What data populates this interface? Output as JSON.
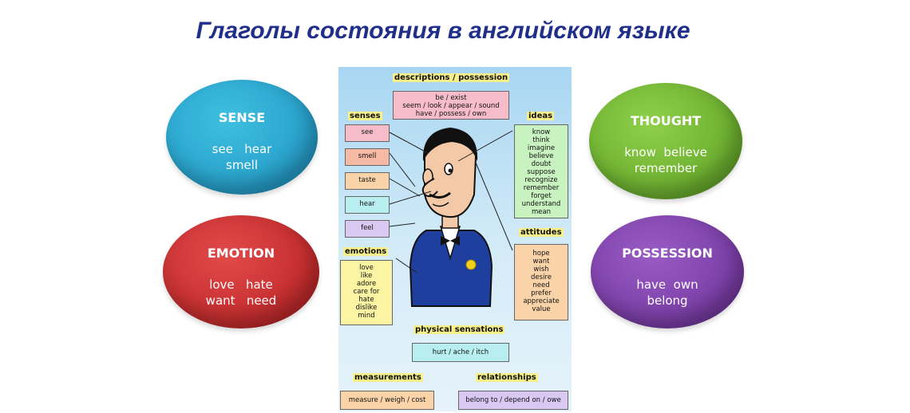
{
  "title": "Глаголы состояния в английском языке",
  "ellipses": {
    "sense": {
      "title": "SENSE",
      "lines": [
        "see   hear",
        "smell"
      ],
      "color": "#2aa6d2"
    },
    "emotion": {
      "title": "EMOTION",
      "lines": [
        "love   hate",
        "want   need"
      ],
      "color": "#cf2f31"
    },
    "thought": {
      "title": "THOUGHT",
      "lines": [
        "know  believe",
        "remember"
      ],
      "color": "#74b834"
    },
    "possession": {
      "title": "POSSESSION",
      "lines": [
        "have  own",
        "belong"
      ],
      "color": "#7f42ae"
    }
  },
  "poster": {
    "descriptions": {
      "heading": "descriptions / possession",
      "lines": [
        "be / exist",
        "seem / look / appear / sound",
        "have / possess / own"
      ]
    },
    "senses": {
      "heading": "senses",
      "items": [
        "see",
        "smell",
        "taste",
        "hear",
        "feel"
      ]
    },
    "ideas": {
      "heading": "ideas",
      "items": [
        "know",
        "think",
        "imagine",
        "believe",
        "doubt",
        "suppose",
        "recognize",
        "remember",
        "forget",
        "understand",
        "mean"
      ]
    },
    "attitudes": {
      "heading": "attitudes",
      "items": [
        "hope",
        "want",
        "wish",
        "desire",
        "need",
        "prefer",
        "appreciate",
        "value"
      ]
    },
    "emotions": {
      "heading": "emotions",
      "items": [
        "love",
        "like",
        "adore",
        "care for",
        "hate",
        "dislike",
        "mind"
      ]
    },
    "physical": {
      "heading": "physical sensations",
      "text": "hurt / ache / itch"
    },
    "measurements": {
      "heading": "measurements",
      "text": "measure / weigh / cost"
    },
    "relationships": {
      "heading": "relationships",
      "text": "belong to / depend on / owe"
    }
  }
}
